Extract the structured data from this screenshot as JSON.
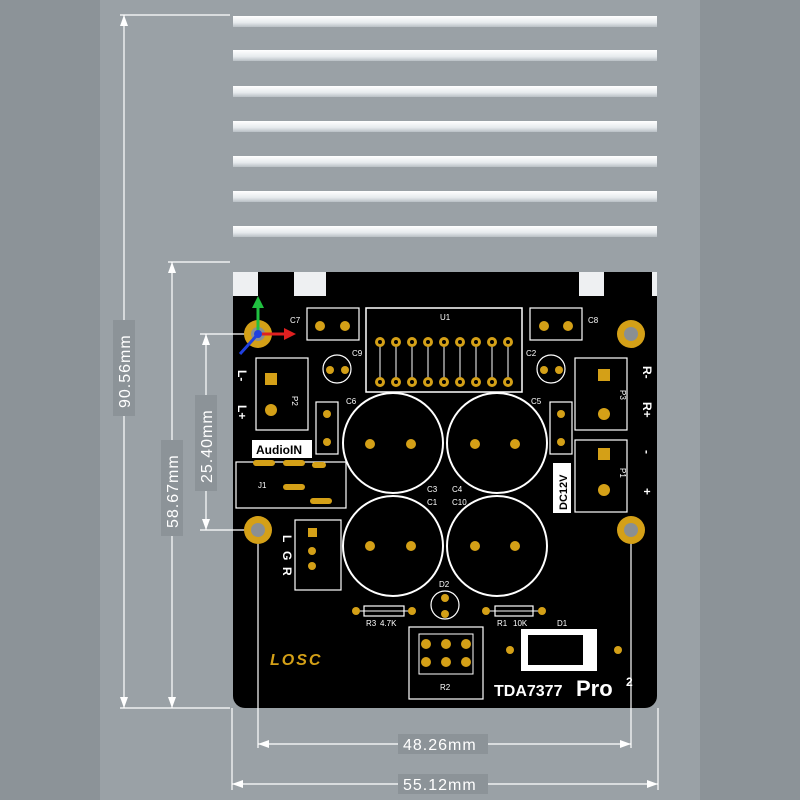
{
  "dimensions": {
    "total_height": "90.56mm",
    "board_height": "58.67mm",
    "mount_spacing": "25.40mm",
    "hole_spacing": "48.26mm",
    "board_width": "55.12mm"
  },
  "board": {
    "chip_label": "U1",
    "components": {
      "c7": "C7",
      "c8": "C8",
      "c9": "C9",
      "c2": "C2",
      "c6": "C6",
      "c5": "C5",
      "c3": "C3",
      "c4": "C4",
      "c1": "C1",
      "c10": "C10",
      "d2": "D2",
      "d1": "D1",
      "r3": "R3",
      "r3_value": "4.7K",
      "r1": "R1",
      "r1_value": "10K",
      "r2": "R2",
      "p2": "P2",
      "p3": "P3",
      "p1": "P1",
      "j1": "J1"
    },
    "connector_labels": {
      "l_minus": "L-",
      "l_plus": "L+",
      "r_minus": "R-",
      "r_plus": "R+",
      "minus": "-",
      "plus": "+",
      "dc12v": "DC12V",
      "audioin": "AudioIN",
      "l": "L",
      "g": "G",
      "r": "R"
    },
    "brand_logo": "LOSC",
    "model": "TDA7377",
    "model_suffix": "Pro",
    "model_superscript": "2"
  },
  "colors": {
    "board": "#000000",
    "gold": "#d4a017",
    "silkscreen": "#ffffff",
    "heatsink": "#e8ebee",
    "dimension_line": "#ffffff",
    "axis_x": "#e02020",
    "axis_y": "#20c040",
    "axis_z": "#2040e0"
  }
}
